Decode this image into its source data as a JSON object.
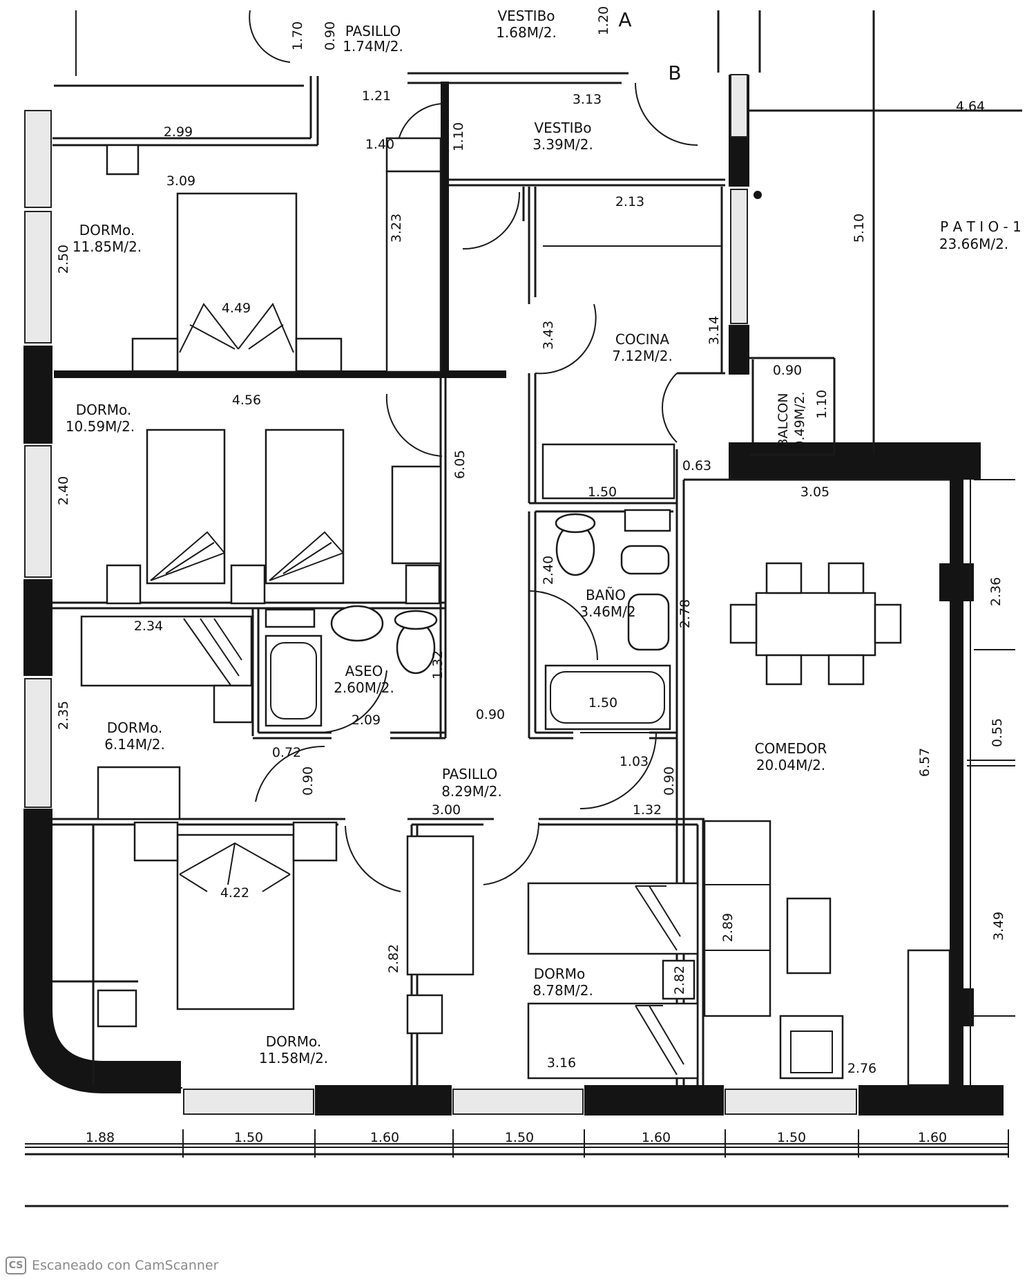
{
  "labels": {
    "pasillo_top": {
      "name": "PASILLO",
      "area": "1.74M/2."
    },
    "vestibulo_top": {
      "name": "VESTIBo",
      "area": "1.68M/2."
    },
    "vestibulo_mid": {
      "name": "VESTIBo",
      "area": "3.39M/2."
    },
    "dorm_1": {
      "name": "DORMo.",
      "area": "11.85M/2."
    },
    "dorm_2": {
      "name": "DORMo.",
      "area": "10.59M/2."
    },
    "dorm_3": {
      "name": "DORMo.",
      "area": "6.14M/2."
    },
    "dorm_4": {
      "name": "DORMo.",
      "area": "11.58M/2."
    },
    "dorm_5": {
      "name": "DORMo",
      "area": "8.78M/2."
    },
    "cocina": {
      "name": "COCINA",
      "area": "7.12M/2."
    },
    "bano": {
      "name": "BAÑO",
      "area": "3.46M/2"
    },
    "aseo": {
      "name": "ASEO",
      "area": "2.60M/2."
    },
    "pasillo_main": {
      "name": "PASILLO",
      "area": "8.29M/2."
    },
    "comedor": {
      "name": "COMEDOR",
      "area": "20.04M/2."
    },
    "patio": {
      "name": "P A T I O - 1",
      "area": "23.66M/2."
    },
    "balcon": {
      "name": "BALCON",
      "area": "0.49M/2."
    },
    "letter_a": "A",
    "letter_b": "B"
  },
  "dimensions": {
    "d_170": "1.70",
    "d_090_top": "0.90",
    "d_120": "1.20",
    "d_121": "1.21",
    "d_313": "3.13",
    "d_464": "4.64",
    "d_299": "2.99",
    "d_140": "1.40",
    "d_110_vest": "1.10",
    "d_309": "3.09",
    "d_323": "3.23",
    "d_250": "2.50",
    "d_449": "4.49",
    "d_213": "2.13",
    "d_510": "5.10",
    "d_343": "3.43",
    "d_314": "3.14",
    "d_090_balc": "0.90",
    "d_110_balc": "1.10",
    "d_456": "4.56",
    "d_605": "6.05",
    "d_240": "2.40",
    "d_063": "0.63",
    "d_150_coc": "1.50",
    "d_305": "3.05",
    "d_240_bano": "2.40",
    "d_278": "2.78",
    "d_236": "2.36",
    "d_234": "2.34",
    "d_132_aseo": "1.32",
    "d_150_bath": "1.50",
    "d_090_pas": "0.90",
    "d_235": "2.35",
    "d_209": "2.09",
    "d_072": "0.72",
    "d_090_door": "0.90",
    "d_103": "1.03",
    "d_090_com": "0.90",
    "d_055": "0.55",
    "d_657": "6.57",
    "d_300": "3.00",
    "d_132_dorm": "1.32",
    "d_422": "4.22",
    "d_282_left": "2.82",
    "d_289": "2.89",
    "d_282_right": "2.82",
    "d_349": "3.49",
    "d_316": "3.16",
    "d_276": "2.76",
    "bottom": [
      "1.88",
      "1.50",
      "1.60",
      "1.50",
      "1.60",
      "1.50",
      "1.60"
    ]
  },
  "watermark": {
    "badge": "CS",
    "text": "Escaneado con CamScanner"
  }
}
